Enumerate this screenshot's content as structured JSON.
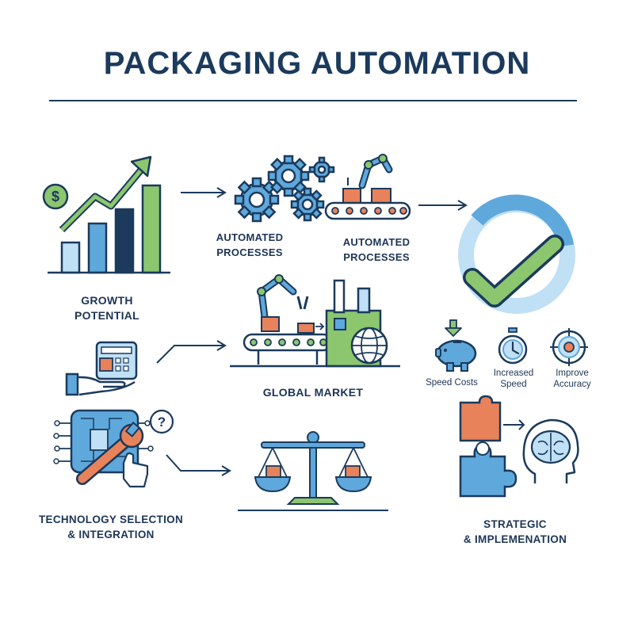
{
  "title": "PACKAGING AUTOMATION",
  "labels": {
    "growth_line1": "GROWTH",
    "growth_line2": "POTENTIAL",
    "auto1_line1": "AUTOMATED",
    "auto1_line2": "PROCESSES",
    "auto2_line1": "AUTOMATED",
    "auto2_line2": "PROCESSES",
    "global_market": "GLOBAL MARKET",
    "speed_costs": "Speed Costs",
    "increased_speed_line1": "Increased",
    "increased_speed_line2": "Speed",
    "improve_line1": "Improve",
    "improve_line2": "Accuracy",
    "tech_line1": "TECHNOLOGY SELECTION",
    "tech_line2": "& INTEGRATION",
    "strategic_line1": "STRATEGIC",
    "strategic_line2": "& IMPLEMENATION"
  },
  "icons": {
    "dollar": "$",
    "question": "?"
  },
  "colors": {
    "navy": "#1b3a5c",
    "blue": "#5fa8dc",
    "lightblue": "#bfe0f5",
    "green": "#8cc66f",
    "orange": "#e8825a"
  }
}
